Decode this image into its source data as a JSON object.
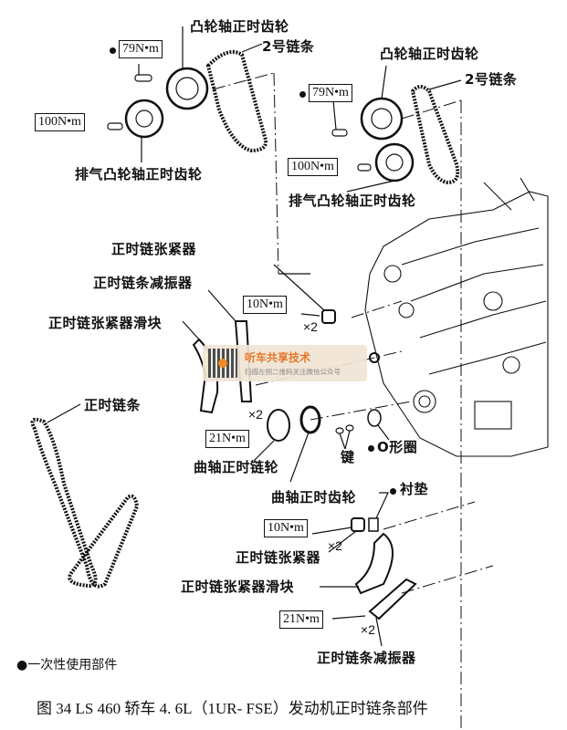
{
  "figure": {
    "caption": "图 34   LS 460 轿车 4. 6L（1UR- FSE）发动机正时链条部件",
    "legend": "一次性使用部件",
    "legend_symbol": "bullet-dot"
  },
  "labels": {
    "cam_gear_left": "凸轮轴正时齿轮",
    "chain2_left": "2号链条",
    "exhaust_gear_left": "排气凸轮轴正时齿轮",
    "cam_gear_right": "凸轮轴正时齿轮",
    "chain2_right": "2号链条",
    "exhaust_gear_right": "排气凸轮轴正时齿轮",
    "tensioner_upper": "正时链张紧器",
    "damper_upper": "正时链条减振器",
    "slipper_upper": "正时链张紧器滑块",
    "timing_chain": "正时链条",
    "crank_sprocket": "曲轴正时链轮",
    "crank_gear": "曲轴正时齿轮",
    "key": "键",
    "o_ring": "O形圈",
    "gasket": "衬垫",
    "tensioner_lower": "正时链张紧器",
    "slipper_lower": "正时链张紧器滑块",
    "damper_lower": "正时链条减振器"
  },
  "torques": {
    "cam_left": "79N•m",
    "exhaust_left": "100N•m",
    "cam_right": "79N•m",
    "exhaust_right": "100N•m",
    "tensioner_upper": "10N•m",
    "damper_upper": "21N•m",
    "tensioner_lower": "10N•m",
    "damper_lower": "21N•m"
  },
  "quantities": {
    "tensioner_upper": "×2",
    "damper_upper": "×2",
    "tensioner_lower": "×2",
    "damper_lower": "×2"
  },
  "watermark": {
    "title": "听车共享技术",
    "subtitle": "扫描左侧二维码关注微信公众号",
    "accent_color": "#e8762a"
  }
}
